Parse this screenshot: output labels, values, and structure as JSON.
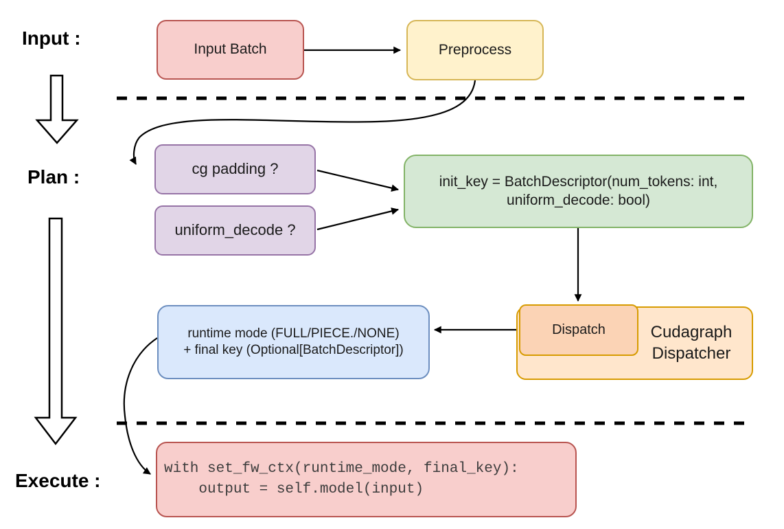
{
  "stage_labels": {
    "input": "Input :",
    "plan": "Plan :",
    "execute": "Execute :"
  },
  "nodes": {
    "input_batch": {
      "label": "Input Batch",
      "fill": "#f8cecc",
      "stroke": "#b85450"
    },
    "preprocess": {
      "label": "Preprocess",
      "fill": "#fff2cc",
      "stroke": "#d6b656"
    },
    "cg_padding": {
      "label": "cg padding ?",
      "fill": "#e1d5e7",
      "stroke": "#9673a6"
    },
    "uniform_decode": {
      "label": "uniform_decode ?",
      "fill": "#e1d5e7",
      "stroke": "#9673a6"
    },
    "init_key": {
      "line1": "init_key = BatchDescriptor(num_tokens: int,",
      "line2": "uniform_decode: bool)",
      "fill": "#d5e8d4",
      "stroke": "#82b366"
    },
    "dispatch": {
      "label": "Dispatch",
      "fill": "#fbd3b5",
      "stroke": "#d79b00"
    },
    "cudagraph_dispatcher": {
      "line1": "Cudagraph",
      "line2": "Dispatcher",
      "fill": "#ffe6cc",
      "stroke": "#d79b00"
    },
    "runtime_mode": {
      "line1": "runtime mode (FULL/PIECE./NONE)",
      "line2": "+ final key (Optional[BatchDescriptor])",
      "fill": "#dae8fc",
      "stroke": "#6c8ebf"
    },
    "execute_code": {
      "line1": "with set_fw_ctx(runtime_mode, final_key):",
      "line2": "    output = self.model(input)",
      "fill": "#f8cecc",
      "stroke": "#b85450"
    }
  },
  "connector_color": "#000000",
  "background": "#ffffff"
}
